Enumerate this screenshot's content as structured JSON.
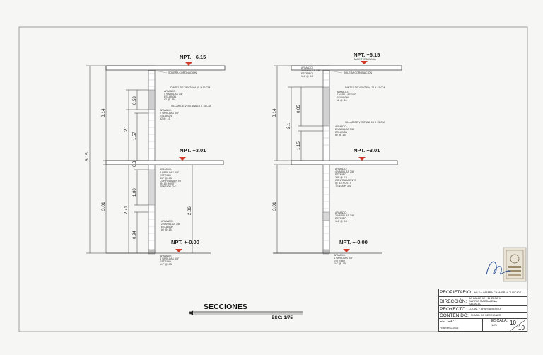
{
  "drawing": {
    "title": "SECCIONES",
    "scale": "ESC: 1/75",
    "left_section": {
      "levels": [
        "NPT. +6.15",
        "NPT. +3.01",
        "NPT. +-0.00"
      ],
      "overall_dims": [
        "6.15",
        "3.14",
        "3.01"
      ],
      "segment_dims": [
        "0.53",
        "2.1",
        "1.57",
        "0.3",
        "1.80",
        "2.71",
        "0.94",
        "2.86"
      ],
      "notes": {
        "solera_top": "SOLERA CORONACIÓN",
        "dintel": "DINTEL DE VENTANA 15 X 15 CM",
        "armado_1": [
          "ARMADO:",
          "4 VARILLAS 3/8\"",
          "ESLABÓN",
          "#2 @ .15"
        ],
        "sillar": "SILLAR DE VENTANA 15 X 15 CM",
        "armado_2": [
          "ARMADO:",
          "2 VARILLAS 3/8\"",
          "ESLABÓN",
          "#2 @ .15"
        ],
        "armado_3": [
          "ARMADO:",
          "4 VARILLAS 3/8\"",
          "ESTRIBO",
          "3/8\" @ .15",
          "CONFINAMIENTO",
          "@ .15 ROSTT",
          "TENSIÓN 3/4\""
        ],
        "armado_4": [
          "ARMADO:",
          "2 VARILLAS 3/8\"",
          "ESLABÓN",
          "#2 @ .15"
        ],
        "armado_5": [
          "ARMADO:",
          "4 VARILLAS 3/8\"",
          "ESTRIBO",
          "1/4\" @ .15"
        ]
      }
    },
    "right_section": {
      "levels": [
        "NPT. +6.15",
        "NPT. +3.01",
        "NPT. +-0.00"
      ],
      "overall_dims": [
        "3.14",
        "3.01"
      ],
      "segment_dims": [
        "0.85",
        "2.1",
        "1.15"
      ],
      "notes": {
        "top_label": "BASE TERMINADA",
        "armado_top": [
          "ARMADO:",
          "4 VARILLAS 3/8\"",
          "ESTRIBO",
          "1/4\" @ .15"
        ],
        "solera_top": "SOLERA CORONACIÓN",
        "dintel": "DINTEL DE VENTANA 15 X 15 CM",
        "armado_1": [
          "ARMADO:",
          "4 VARILLAS 3/8\"",
          "ESLABÓN",
          "#2 @ .15"
        ],
        "sillar": "SILLAR DE VENTANA 15 X 15 CM",
        "armado_2": [
          "ARMADO:",
          "2 VARILLAS 3/8\"",
          "ESLABÓN",
          "#2 @ .15"
        ],
        "armado_3": [
          "ARMADO:",
          "4 VARILLAS 3/8\"",
          "ESTRIBO",
          "3/8\" @ .15",
          "CONFINAMIENTO",
          "@ .15 ROSTT",
          "TENSIÓN 3/4\""
        ],
        "armado_4": [
          "ARMADO:",
          "2 VARILLAS 3/8\"",
          "ESTRIBO",
          "1/4\" @ .15"
        ],
        "armado_5": [
          "ARMADO:",
          "4 VARILLAS 3/8\"",
          "ESTRIBO",
          "1/4\" @ .15"
        ]
      }
    }
  },
  "title_block": {
    "propietario_label": "PROPIETARIO:",
    "propietario_value": "HILDA YATARA CHAMPRAY TURCIOS",
    "direccion_label": "DIRECCIÓN:",
    "direccion_value": "5A CALLE 12 - 11 ZONA 1 BARRIO MAGDALENA SACALAO",
    "proyecto_label": "PROYECTO:",
    "proyecto_value": "LOCAL Y APARTAMENTO",
    "contenido_label": "CONTENIDO:",
    "contenido_value": "PLANO DE SECCIONES",
    "fecha_label": "FECHA:",
    "fecha_value": "FEBRERO 2025",
    "escala_label": "ESCALA:",
    "escala_value": "1/75",
    "sheet_number": "10",
    "sheet_total": "10"
  }
}
